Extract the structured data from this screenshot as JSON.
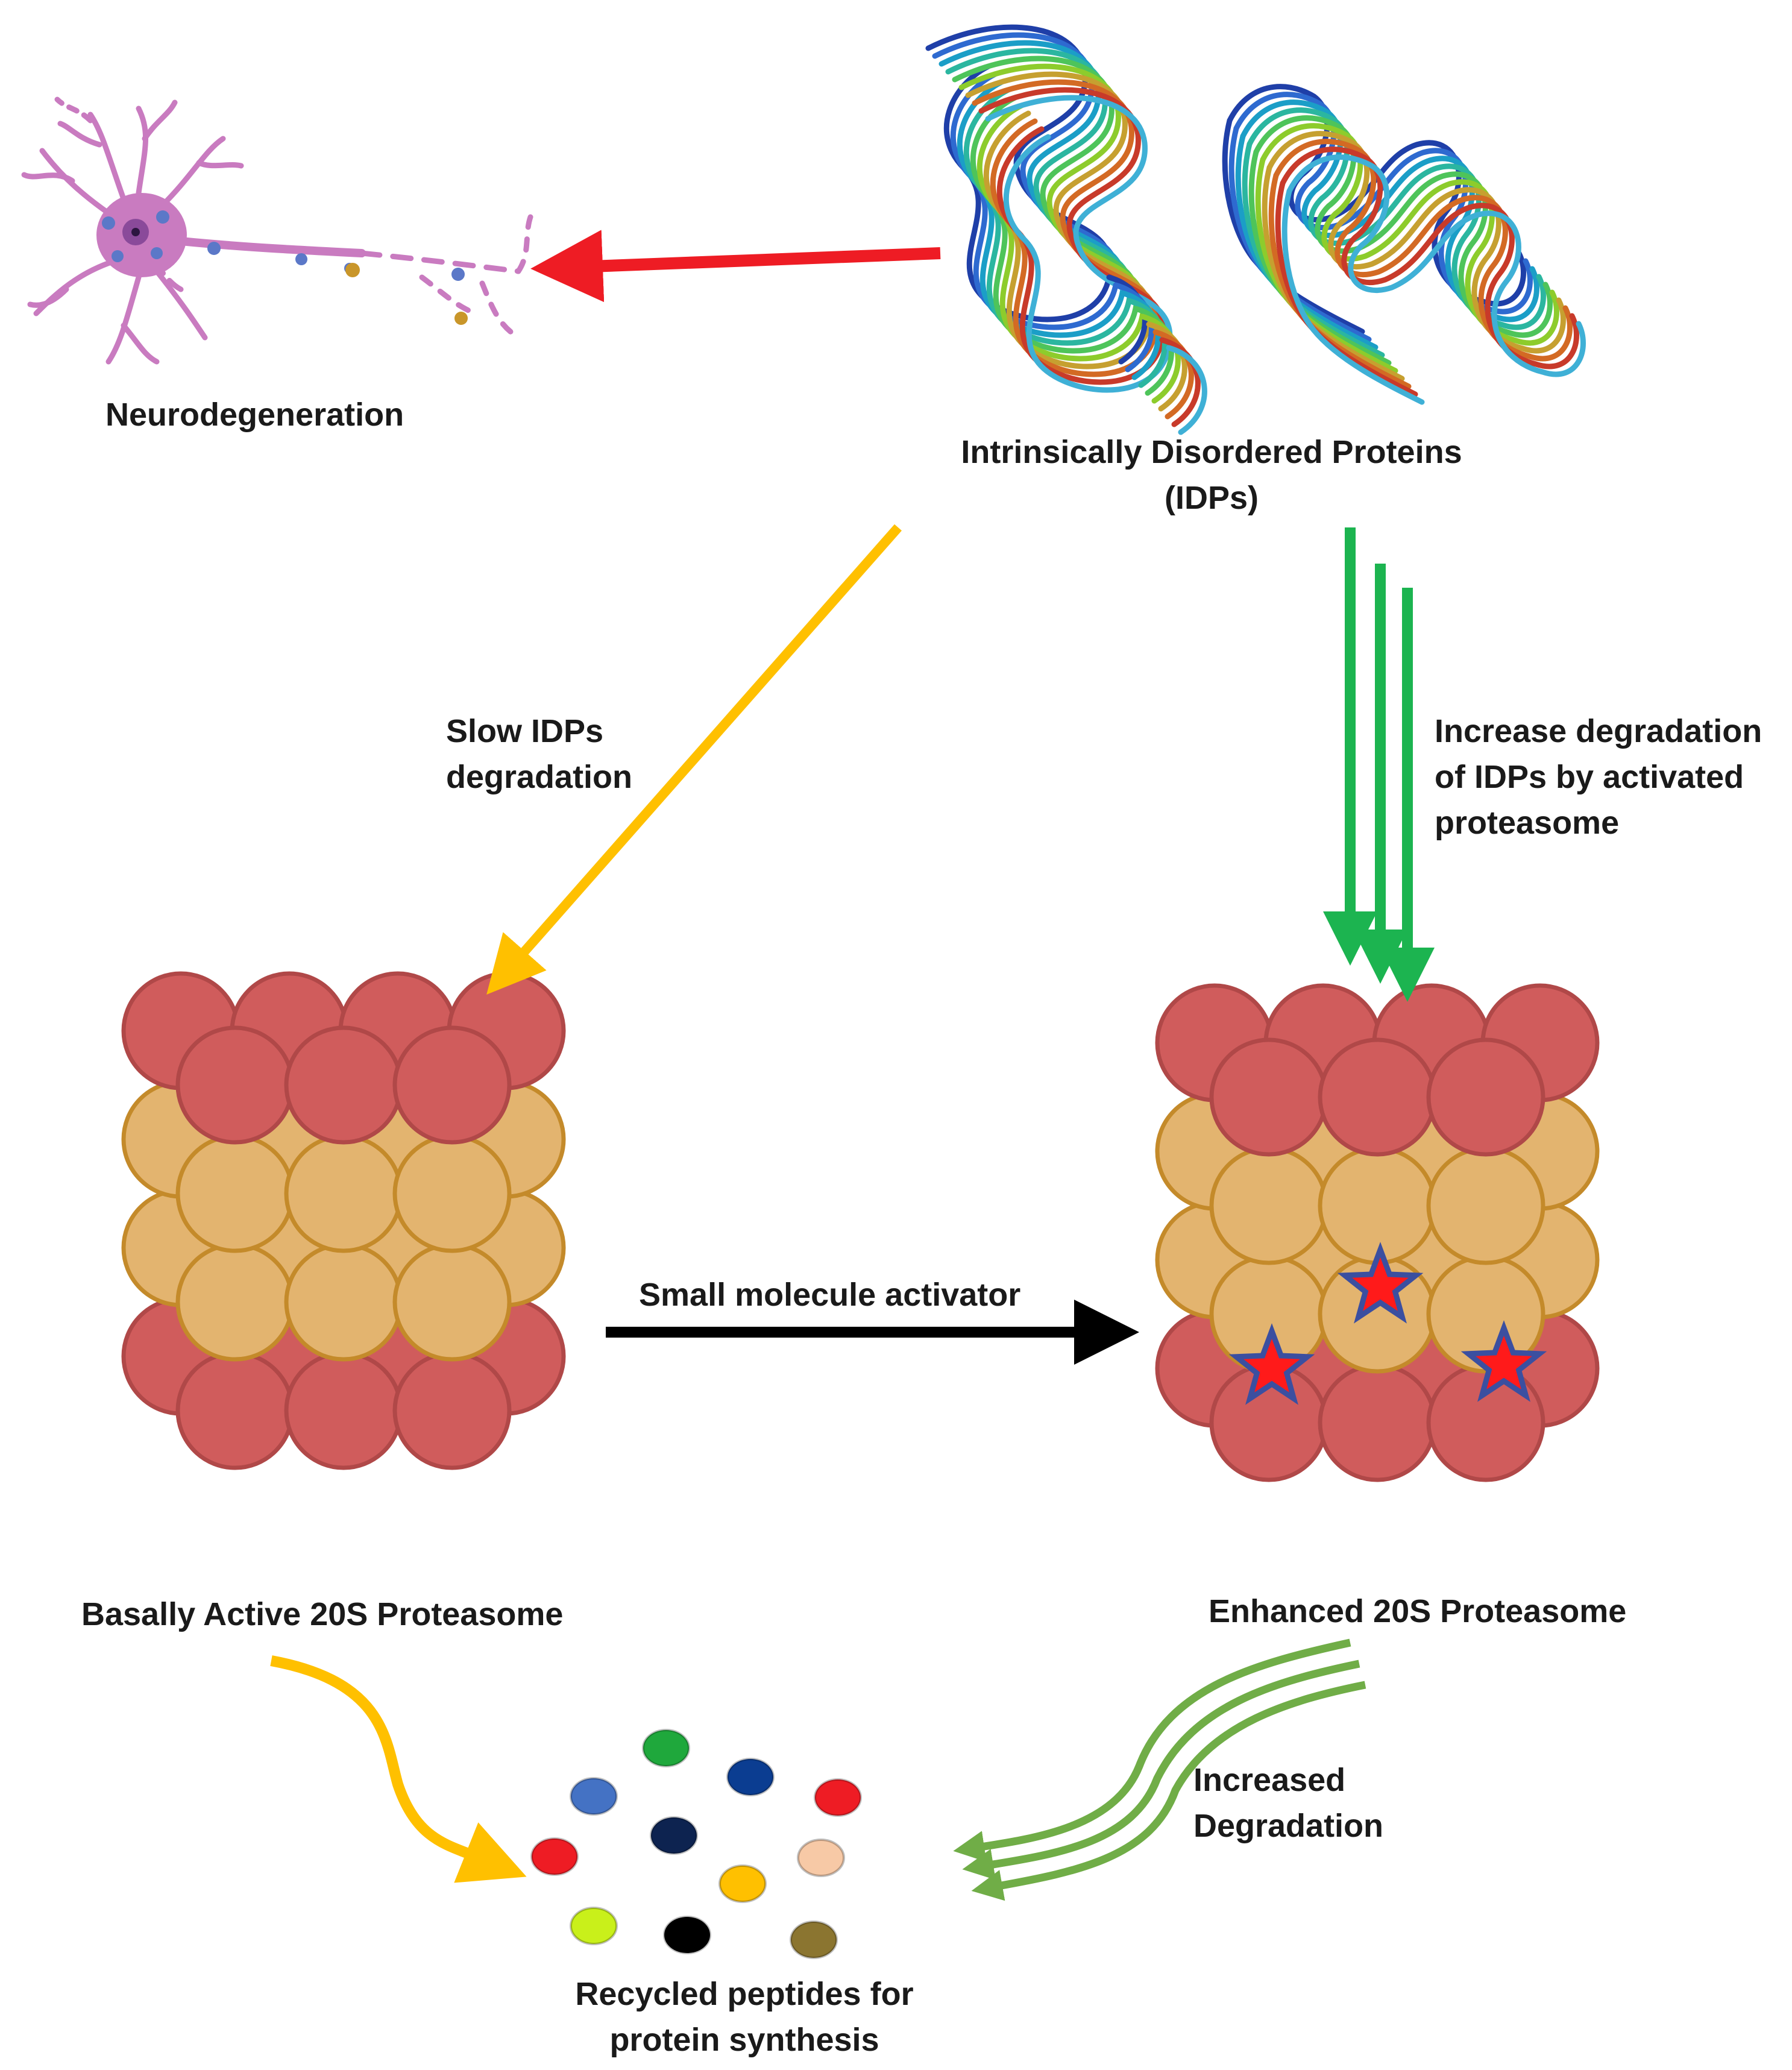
{
  "labels": {
    "neurodegeneration": "Neurodegeneration",
    "idps_line1": "Intrinsically Disordered Proteins",
    "idps_line2": "(IDPs)",
    "slow_line1": "Slow IDPs",
    "slow_line2": "degradation",
    "increase_line1": "Increase degradation",
    "increase_line2": "of IDPs by activated",
    "increase_line3": "proteasome",
    "activator": "Small molecule activator",
    "basal": "Basally Active 20S Proteasome",
    "enhanced": "Enhanced 20S Proteasome",
    "increased_line1": "Increased",
    "increased_line2": "Degradation",
    "recycled_line1": "Recycled peptides for",
    "recycled_line2": "protein synthesis"
  },
  "colors": {
    "alpha_ring": "#d05c5c",
    "alpha_ring_stroke": "#b04848",
    "beta_ring": "#e3b46f",
    "beta_ring_stroke": "#c48a2a",
    "neuron": "#c97bc0",
    "arrow_red": "#ee1c24",
    "arrow_yellow": "#ffc000",
    "arrow_green": "#1cb450",
    "arrow_light_green": "#70ad47",
    "arrow_black": "#000000",
    "star_fill": "#ff1a1a",
    "star_stroke": "#3b4fa0"
  },
  "peptides": [
    {
      "color": "#1fa83c"
    },
    {
      "color": "#4472c4"
    },
    {
      "color": "#0b3d91"
    },
    {
      "color": "#ee1c24"
    },
    {
      "color": "#ee1c24"
    },
    {
      "color": "#0d2350"
    },
    {
      "color": "#f7c9a6"
    },
    {
      "color": "#ffc000"
    },
    {
      "color": "#c9f01a"
    },
    {
      "color": "#000000"
    },
    {
      "color": "#8b7530"
    }
  ]
}
